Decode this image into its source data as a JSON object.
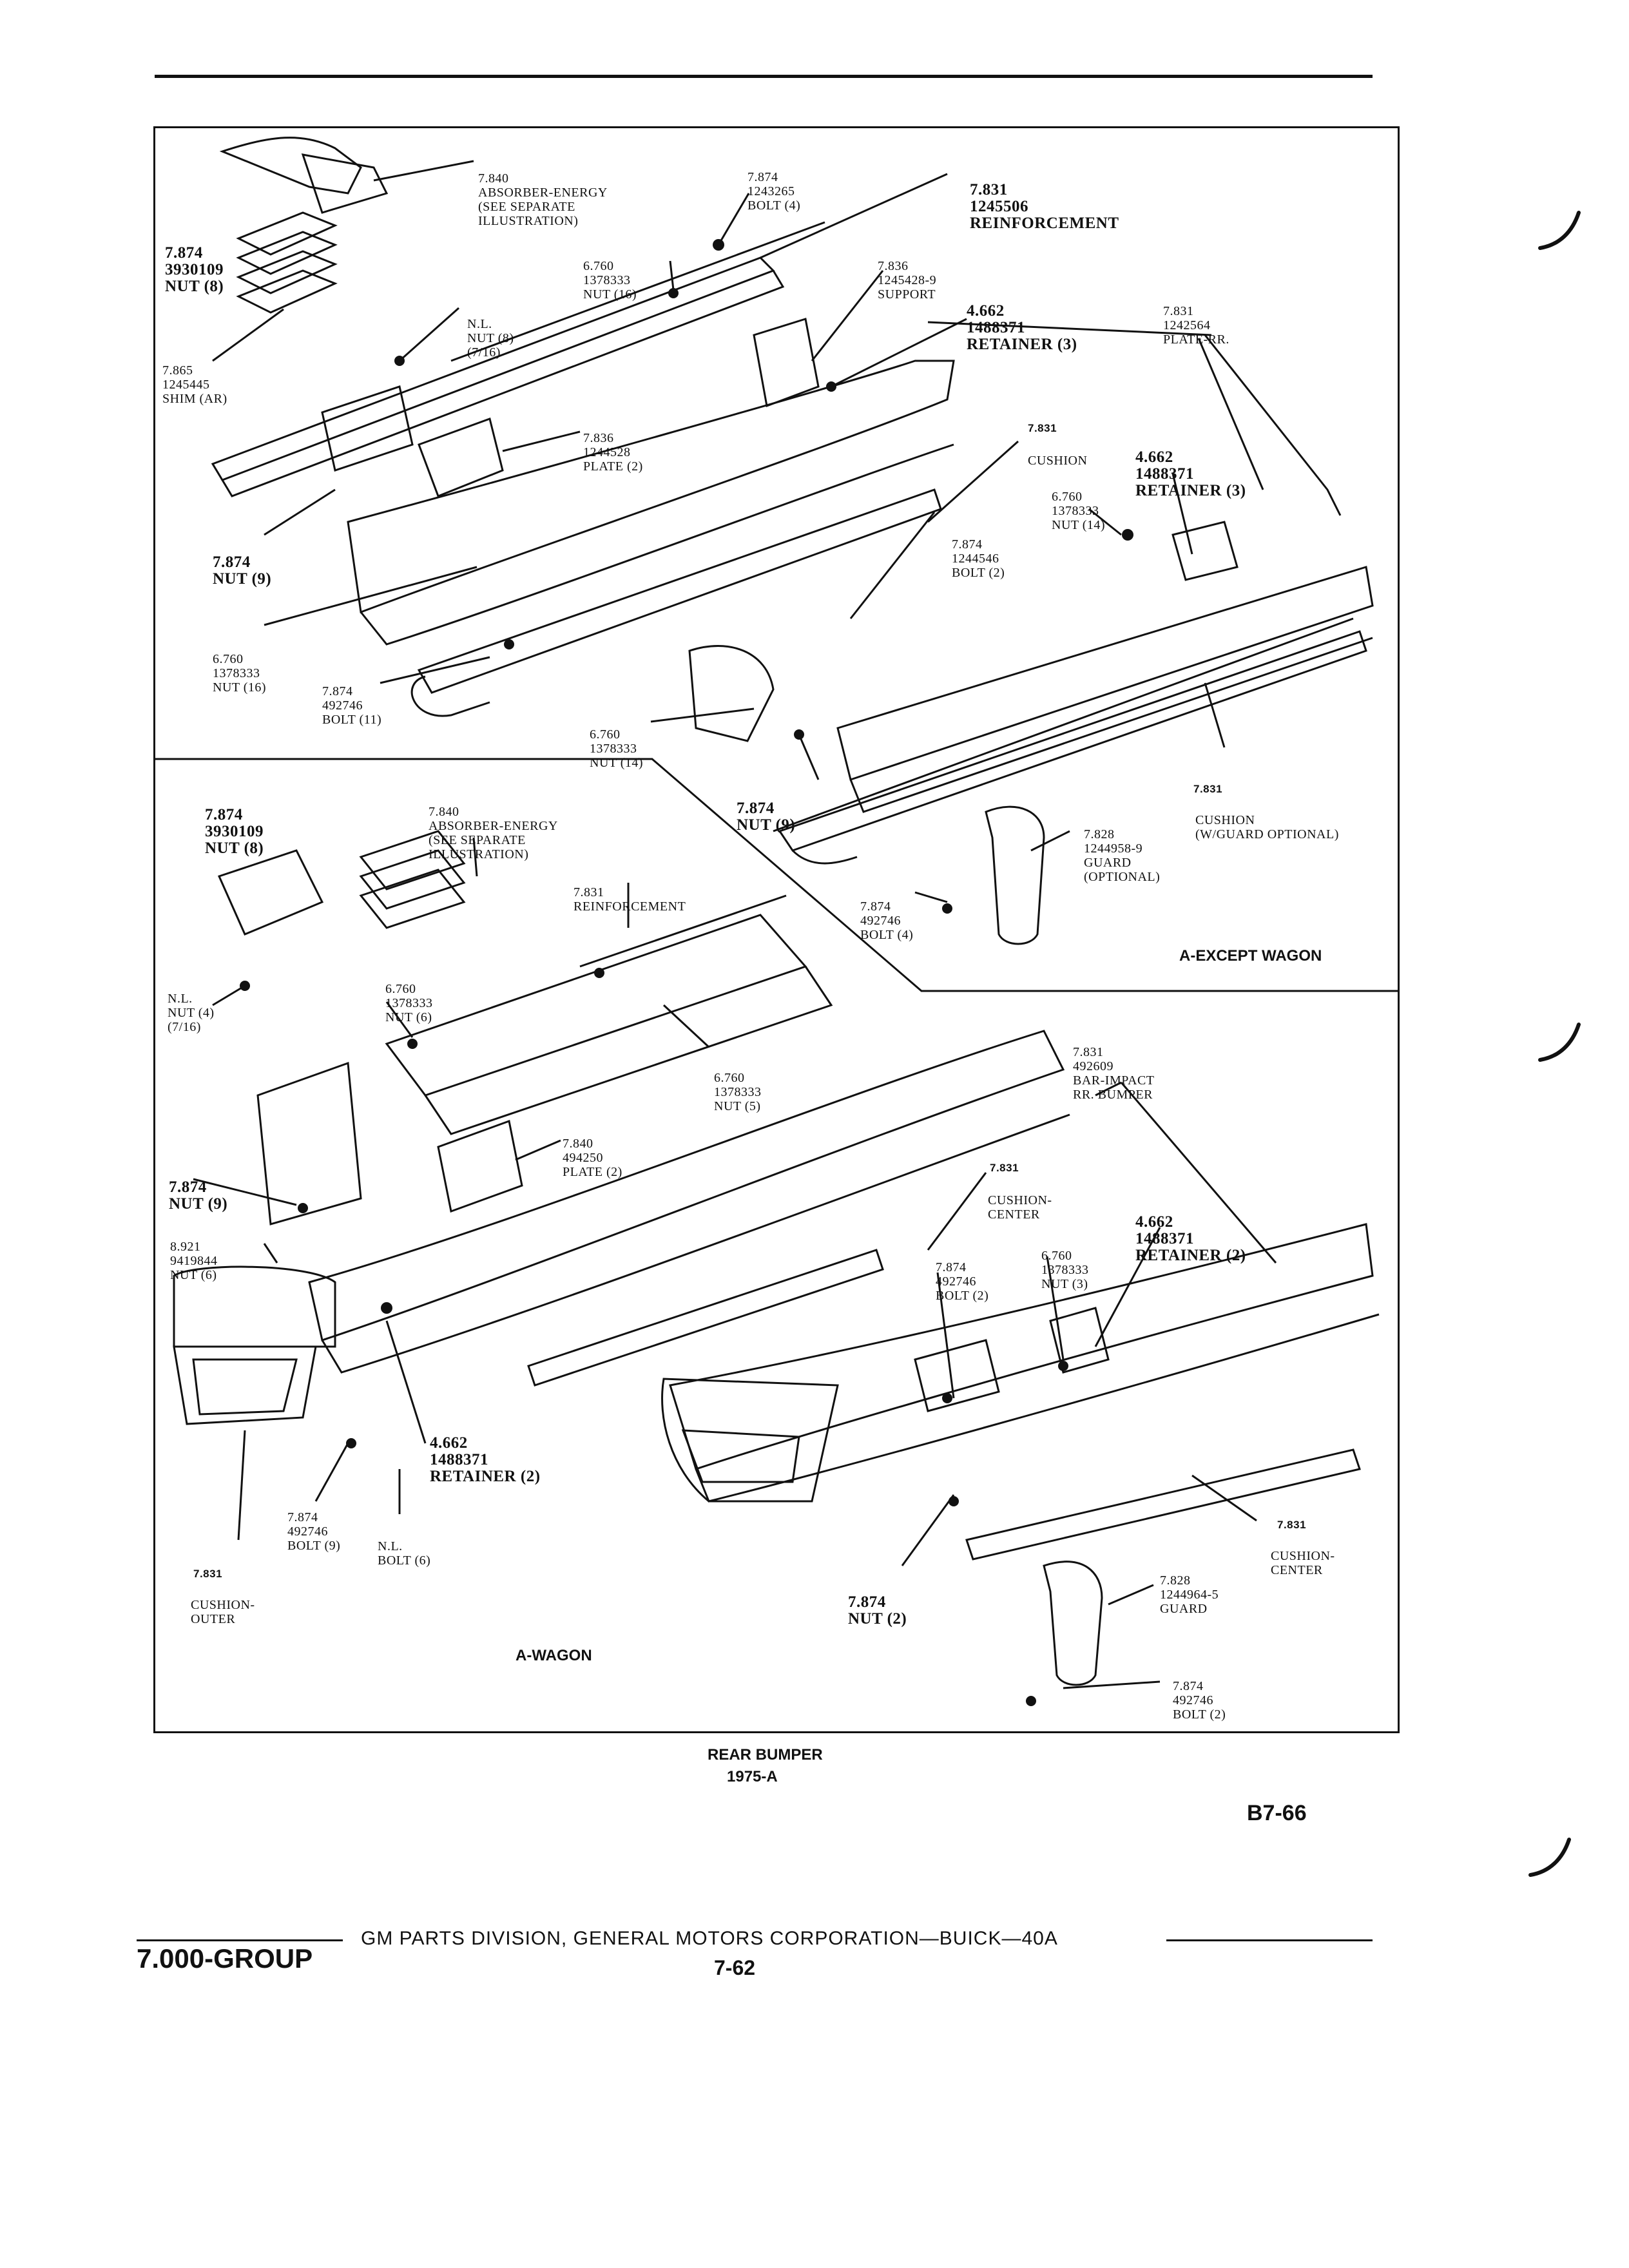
{
  "page": {
    "code": "B7-66",
    "group": "7.000-GROUP",
    "footer_text": "GM PARTS DIVISION, GENERAL MOTORS CORPORATION—BUICK—40A",
    "page_number": "7-62"
  },
  "figure": {
    "title": "REAR BUMPER",
    "subtitle": "1975-A"
  },
  "panels": {
    "except_wagon": "A-EXCEPT WAGON",
    "wagon": "A-WAGON"
  },
  "labels_top": [
    {
      "id": "t1",
      "lines": [
        "7.840",
        "ABSORBER-ENERGY",
        "(SEE SEPARATE",
        "ILLUSTRATION)"
      ]
    },
    {
      "id": "t2",
      "lines": [
        "7.874",
        "3930109",
        "NUT (8)"
      ]
    },
    {
      "id": "t3",
      "lines": [
        "7.874",
        "1243265",
        "BOLT (4)"
      ]
    },
    {
      "id": "t4",
      "lines": [
        "7.831",
        "1245506",
        "REINFORCEMENT"
      ]
    },
    {
      "id": "t5",
      "lines": [
        "6.760",
        "1378333",
        "NUT (16)"
      ]
    },
    {
      "id": "t6",
      "lines": [
        "7.836",
        "1245428-9",
        "SUPPORT"
      ]
    },
    {
      "id": "t7",
      "lines": [
        "4.662",
        "1488371",
        "RETAINER (3)"
      ]
    },
    {
      "id": "t8",
      "lines": [
        "7.831",
        "1242564",
        "PLATE-RR."
      ]
    },
    {
      "id": "t9",
      "lines": [
        "N.L.",
        "NUT (8)",
        "(7/16)"
      ]
    },
    {
      "id": "t10",
      "lines": [
        "7.865",
        "1245445",
        "SHIM (AR)"
      ]
    },
    {
      "id": "t11",
      "lines": [
        "7.836",
        "1244528",
        "PLATE (2)"
      ]
    },
    {
      "id": "t12",
      "lines": [
        "7.831"
      ]
    },
    {
      "id": "t13",
      "lines": [
        "CUSHION"
      ]
    },
    {
      "id": "t14",
      "lines": [
        "4.662",
        "1488371",
        "RETAINER (3)"
      ]
    },
    {
      "id": "t15",
      "lines": [
        "6.760",
        "1378333",
        "NUT (14)"
      ]
    },
    {
      "id": "t16",
      "lines": [
        "7.874",
        "NUT (9)"
      ]
    },
    {
      "id": "t17",
      "lines": [
        "7.874",
        "1244546",
        "BOLT (2)"
      ]
    },
    {
      "id": "t18",
      "lines": [
        "6.760",
        "1378333",
        "NUT (16)"
      ]
    },
    {
      "id": "t19",
      "lines": [
        "7.874",
        "492746",
        "BOLT (11)"
      ]
    },
    {
      "id": "t20",
      "lines": [
        "6.760",
        "1378333",
        "NUT (14)"
      ]
    },
    {
      "id": "t21",
      "lines": [
        "7.874",
        "NUT (9)"
      ]
    },
    {
      "id": "t22",
      "lines": [
        "7.831"
      ]
    },
    {
      "id": "t23",
      "lines": [
        "CUSHION",
        "(W/GUARD OPTIONAL)"
      ]
    },
    {
      "id": "t24",
      "lines": [
        "7.828",
        "1244958-9",
        "GUARD",
        "(OPTIONAL)"
      ]
    },
    {
      "id": "t25",
      "lines": [
        "7.874",
        "492746",
        "BOLT (4)"
      ]
    }
  ],
  "labels_wagon": [
    {
      "id": "w1",
      "lines": [
        "7.874",
        "3930109",
        "NUT (8)"
      ]
    },
    {
      "id": "w2",
      "lines": [
        "7.840",
        "ABSORBER-ENERGY",
        "(SEE SEPARATE",
        "ILLUSTRATION)"
      ]
    },
    {
      "id": "w3",
      "lines": [
        "7.831",
        "REINFORCEMENT"
      ]
    },
    {
      "id": "w4",
      "lines": [
        "N.L.",
        "NUT (4)",
        "(7/16)"
      ]
    },
    {
      "id": "w5",
      "lines": [
        "6.760",
        "1378333",
        "NUT (6)"
      ]
    },
    {
      "id": "w6",
      "lines": [
        "6.760",
        "1378333",
        "NUT (5)"
      ]
    },
    {
      "id": "w7",
      "lines": [
        "7.831",
        "492609",
        "BAR-IMPACT",
        "RR. BUMPER"
      ]
    },
    {
      "id": "w8",
      "lines": [
        "7.840",
        "494250",
        "PLATE (2)"
      ]
    },
    {
      "id": "w9",
      "lines": [
        "7.874",
        "NUT (9)"
      ]
    },
    {
      "id": "w10",
      "lines": [
        "7.831"
      ]
    },
    {
      "id": "w11",
      "lines": [
        "CUSHION-",
        "CENTER"
      ]
    },
    {
      "id": "w12",
      "lines": [
        "4.662",
        "1488371",
        "RETAINER (2)"
      ]
    },
    {
      "id": "w13",
      "lines": [
        "8.921",
        "9419844",
        "NUT (6)"
      ]
    },
    {
      "id": "w14",
      "lines": [
        "7.874",
        "492746",
        "BOLT (2)"
      ]
    },
    {
      "id": "w15",
      "lines": [
        "6.760",
        "1378333",
        "NUT (3)"
      ]
    },
    {
      "id": "w16",
      "lines": [
        "4.662",
        "1488371",
        "RETAINER (2)"
      ]
    },
    {
      "id": "w17",
      "lines": [
        "7.874",
        "492746",
        "BOLT (9)"
      ]
    },
    {
      "id": "w18",
      "lines": [
        "N.L.",
        "BOLT (6)"
      ]
    },
    {
      "id": "w19",
      "lines": [
        "7.831"
      ]
    },
    {
      "id": "w20",
      "lines": [
        "CUSHION-",
        "OUTER"
      ]
    },
    {
      "id": "w21",
      "lines": [
        "7.831"
      ]
    },
    {
      "id": "w22",
      "lines": [
        "CUSHION-",
        "CENTER"
      ]
    },
    {
      "id": "w23",
      "lines": [
        "7.828",
        "1244964-5",
        "GUARD"
      ]
    },
    {
      "id": "w24",
      "lines": [
        "7.874",
        "NUT (2)"
      ]
    },
    {
      "id": "w25",
      "lines": [
        "7.874",
        "492746",
        "BOLT (2)"
      ]
    }
  ]
}
